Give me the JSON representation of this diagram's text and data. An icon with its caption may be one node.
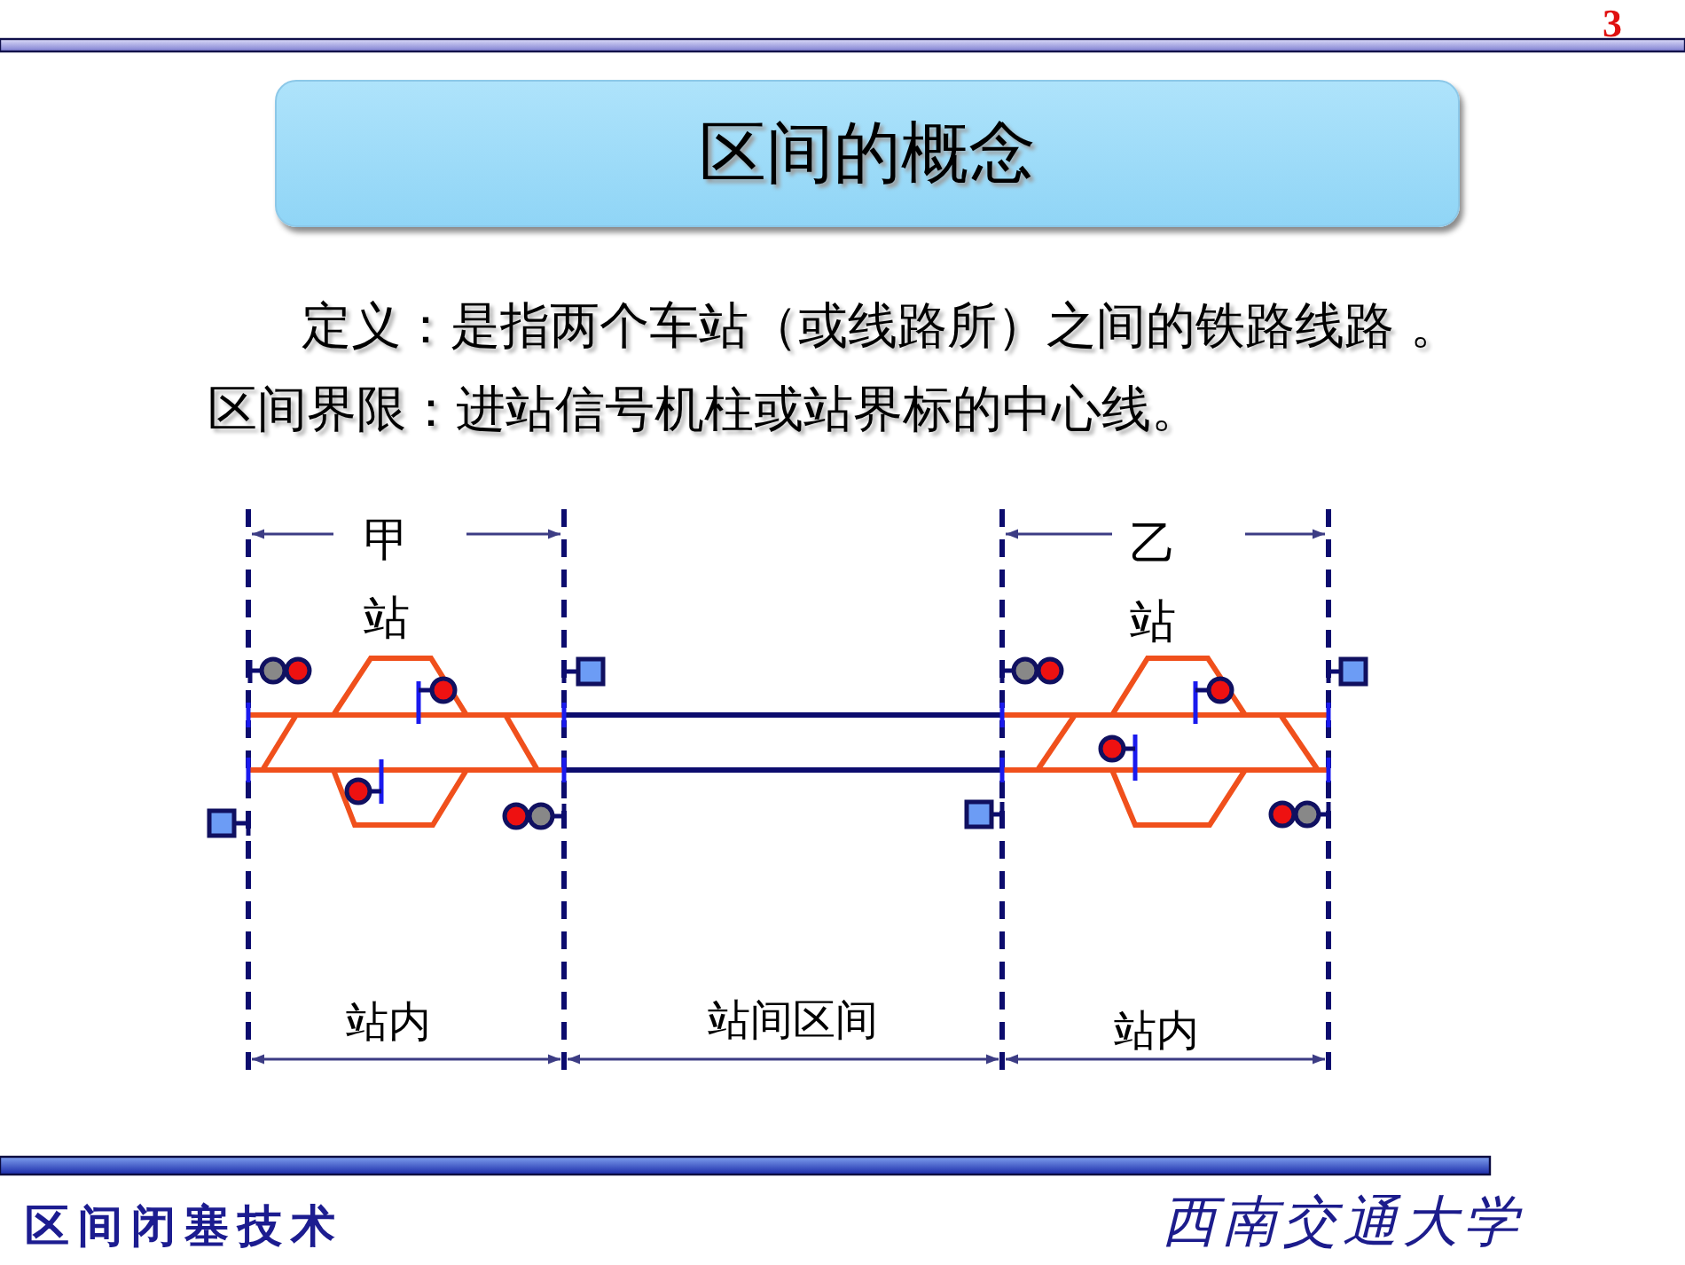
{
  "diagram": {
    "nodes": [
      {
        "text": [
          "区间的概念"
        ]
      }
    ],
    "labels": [
      "3",
      "定义：是指两个车站（或线路所）之间的铁路线路 。",
      "区间界限：进站信号机柱或站界标的中心线。",
      "甲站",
      "乙站",
      "站内",
      "站间区间",
      "站内",
      "区间闭塞技术",
      "西南交通大学"
    ]
  }
}
